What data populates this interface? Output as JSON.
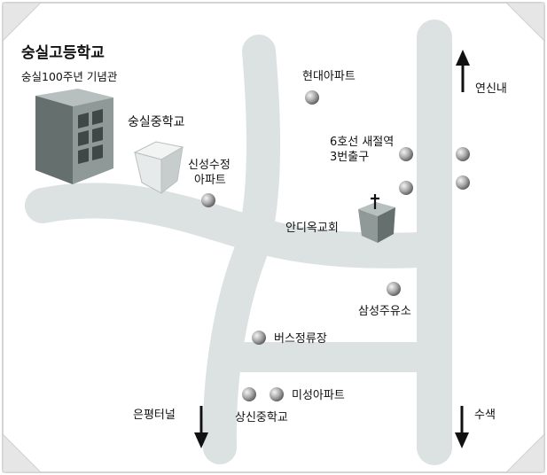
{
  "title": "숭실고등학교",
  "subtitle": "숭실100주년 기념관",
  "landmarks": {
    "middle_school": "숭실중학교",
    "church": "안디옥교회"
  },
  "places": {
    "hyundai_apt": "현대아파트",
    "exit_line1": "6호선 새절역",
    "exit_line2": "3번출구",
    "sinseong_line1": "신성수정",
    "sinseong_line2": "아파트",
    "samsung_gas": "삼성주유소",
    "bus_stop": "버스정류장",
    "miseong_apt": "미성아파트",
    "sangsin_school": "상신중학교"
  },
  "directions": {
    "yeonsinnae": "연신내",
    "eunpyeong_tunnel": "은평터널",
    "susaek": "수색"
  },
  "colors": {
    "road": "#dbe2e1",
    "marker": "#9a9a9a",
    "building_front": "#8e9998",
    "building_side": "#646f6e",
    "frame": "#dcdcdc"
  }
}
